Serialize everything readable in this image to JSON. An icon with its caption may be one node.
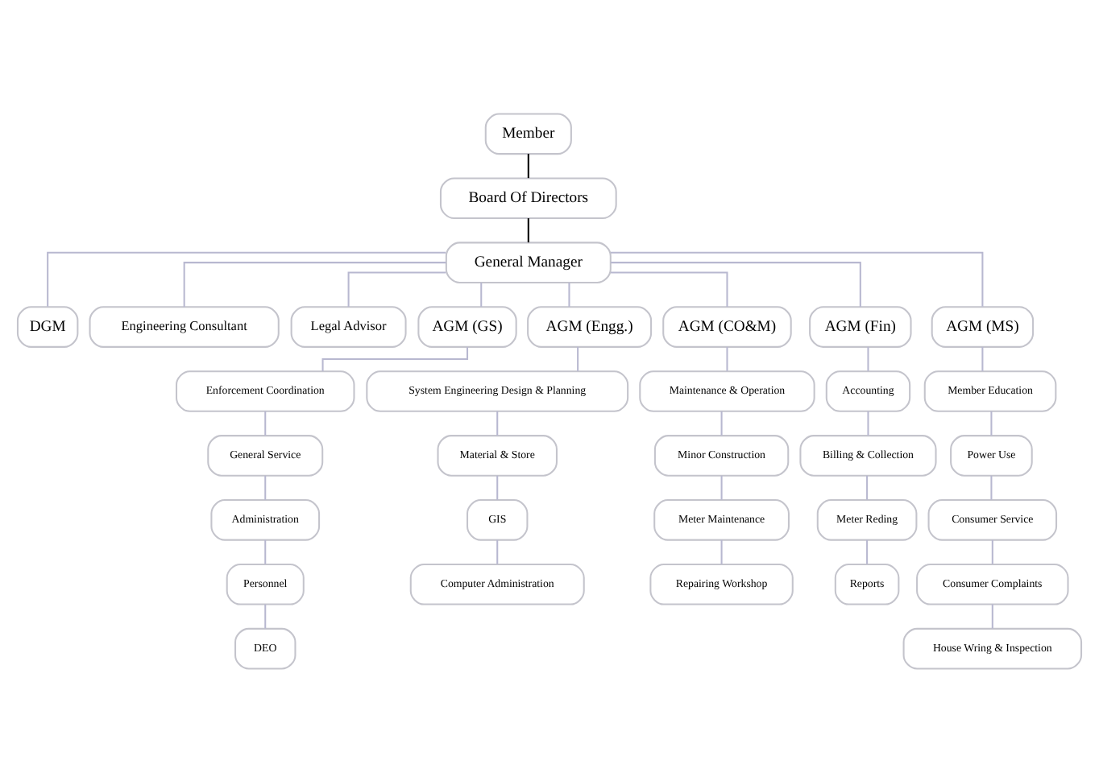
{
  "diagram": {
    "nodes": [
      {
        "text": [
          "Member"
        ]
      },
      {
        "text": [
          "Board Of Directors"
        ]
      },
      {
        "text": [
          "General Manager"
        ]
      },
      {
        "text": [
          "DGM"
        ]
      },
      {
        "text": [
          "Engineering Consultant"
        ]
      },
      {
        "text": [
          "Legal Advisor"
        ]
      },
      {
        "text": [
          "AGM (GS)"
        ]
      },
      {
        "text": [
          "AGM (Engg.)"
        ]
      },
      {
        "text": [
          "AGM (CO&M)"
        ]
      },
      {
        "text": [
          "AGM (Fin)"
        ]
      },
      {
        "text": [
          "AGM (MS)"
        ]
      },
      {
        "text": [
          "Enforcement Coordination"
        ]
      },
      {
        "text": [
          "General Service"
        ]
      },
      {
        "text": [
          "Administration"
        ]
      },
      {
        "text": [
          "Personnel"
        ]
      },
      {
        "text": [
          "DEO"
        ]
      },
      {
        "text": [
          "System Engineering Design & Planning"
        ]
      },
      {
        "text": [
          "Material & Store"
        ]
      },
      {
        "text": [
          "GIS"
        ]
      },
      {
        "text": [
          "Computer Administration"
        ]
      },
      {
        "text": [
          "Maintenance & Operation"
        ]
      },
      {
        "text": [
          "Minor Construction"
        ]
      },
      {
        "text": [
          "Meter Maintenance"
        ]
      },
      {
        "text": [
          "Repairing Workshop"
        ]
      },
      {
        "text": [
          "Accounting"
        ]
      },
      {
        "text": [
          "Billing & Collection"
        ]
      },
      {
        "text": [
          "Meter Reding"
        ]
      },
      {
        "text": [
          "Reports"
        ]
      },
      {
        "text": [
          "Member Education"
        ]
      },
      {
        "text": [
          "Power Use"
        ]
      },
      {
        "text": [
          "Consumer Service"
        ]
      },
      {
        "text": [
          "Consumer Complaints"
        ]
      },
      {
        "text": [
          "House Wring & Inspection"
        ]
      }
    ],
    "edges": [
      {
        "from": 0,
        "to": 1,
        "arrow": "none",
        "color": "#000000"
      },
      {
        "from": 1,
        "to": 2,
        "arrow": "none",
        "color": "#000000"
      },
      {
        "from": 2,
        "to": 3,
        "arrow": "none"
      },
      {
        "from": 2,
        "to": 4,
        "arrow": "none"
      },
      {
        "from": 2,
        "to": 5,
        "arrow": "none"
      },
      {
        "from": 2,
        "to": 6,
        "arrow": "none"
      },
      {
        "from": 2,
        "to": 7,
        "arrow": "none"
      },
      {
        "from": 2,
        "to": 8,
        "arrow": "none"
      },
      {
        "from": 2,
        "to": 9,
        "arrow": "none"
      },
      {
        "from": 2,
        "to": 10,
        "arrow": "none"
      },
      {
        "from": 6,
        "to": 11,
        "arrow": "none"
      },
      {
        "from": 11,
        "to": 12,
        "arrow": "none"
      },
      {
        "from": 12,
        "to": 13,
        "arrow": "none"
      },
      {
        "from": 13,
        "to": 14,
        "arrow": "none"
      },
      {
        "from": 14,
        "to": 15,
        "arrow": "none"
      },
      {
        "from": 7,
        "to": 16,
        "arrow": "none"
      },
      {
        "from": 16,
        "to": 17,
        "arrow": "none"
      },
      {
        "from": 17,
        "to": 18,
        "arrow": "none"
      },
      {
        "from": 18,
        "to": 19,
        "arrow": "none"
      },
      {
        "from": 8,
        "to": 20,
        "arrow": "none"
      },
      {
        "from": 20,
        "to": 21,
        "arrow": "none"
      },
      {
        "from": 21,
        "to": 22,
        "arrow": "none"
      },
      {
        "from": 22,
        "to": 23,
        "arrow": "none"
      },
      {
        "from": 9,
        "to": 24,
        "arrow": "none"
      },
      {
        "from": 24,
        "to": 25,
        "arrow": "none"
      },
      {
        "from": 25,
        "to": 26,
        "arrow": "none"
      },
      {
        "from": 26,
        "to": 27,
        "arrow": "none"
      },
      {
        "from": 10,
        "to": 28,
        "arrow": "none"
      },
      {
        "from": 28,
        "to": 29,
        "arrow": "none"
      },
      {
        "from": 29,
        "to": 30,
        "arrow": "none"
      },
      {
        "from": 30,
        "to": 31,
        "arrow": "none"
      },
      {
        "from": 31,
        "to": 32,
        "arrow": "none"
      }
    ]
  }
}
